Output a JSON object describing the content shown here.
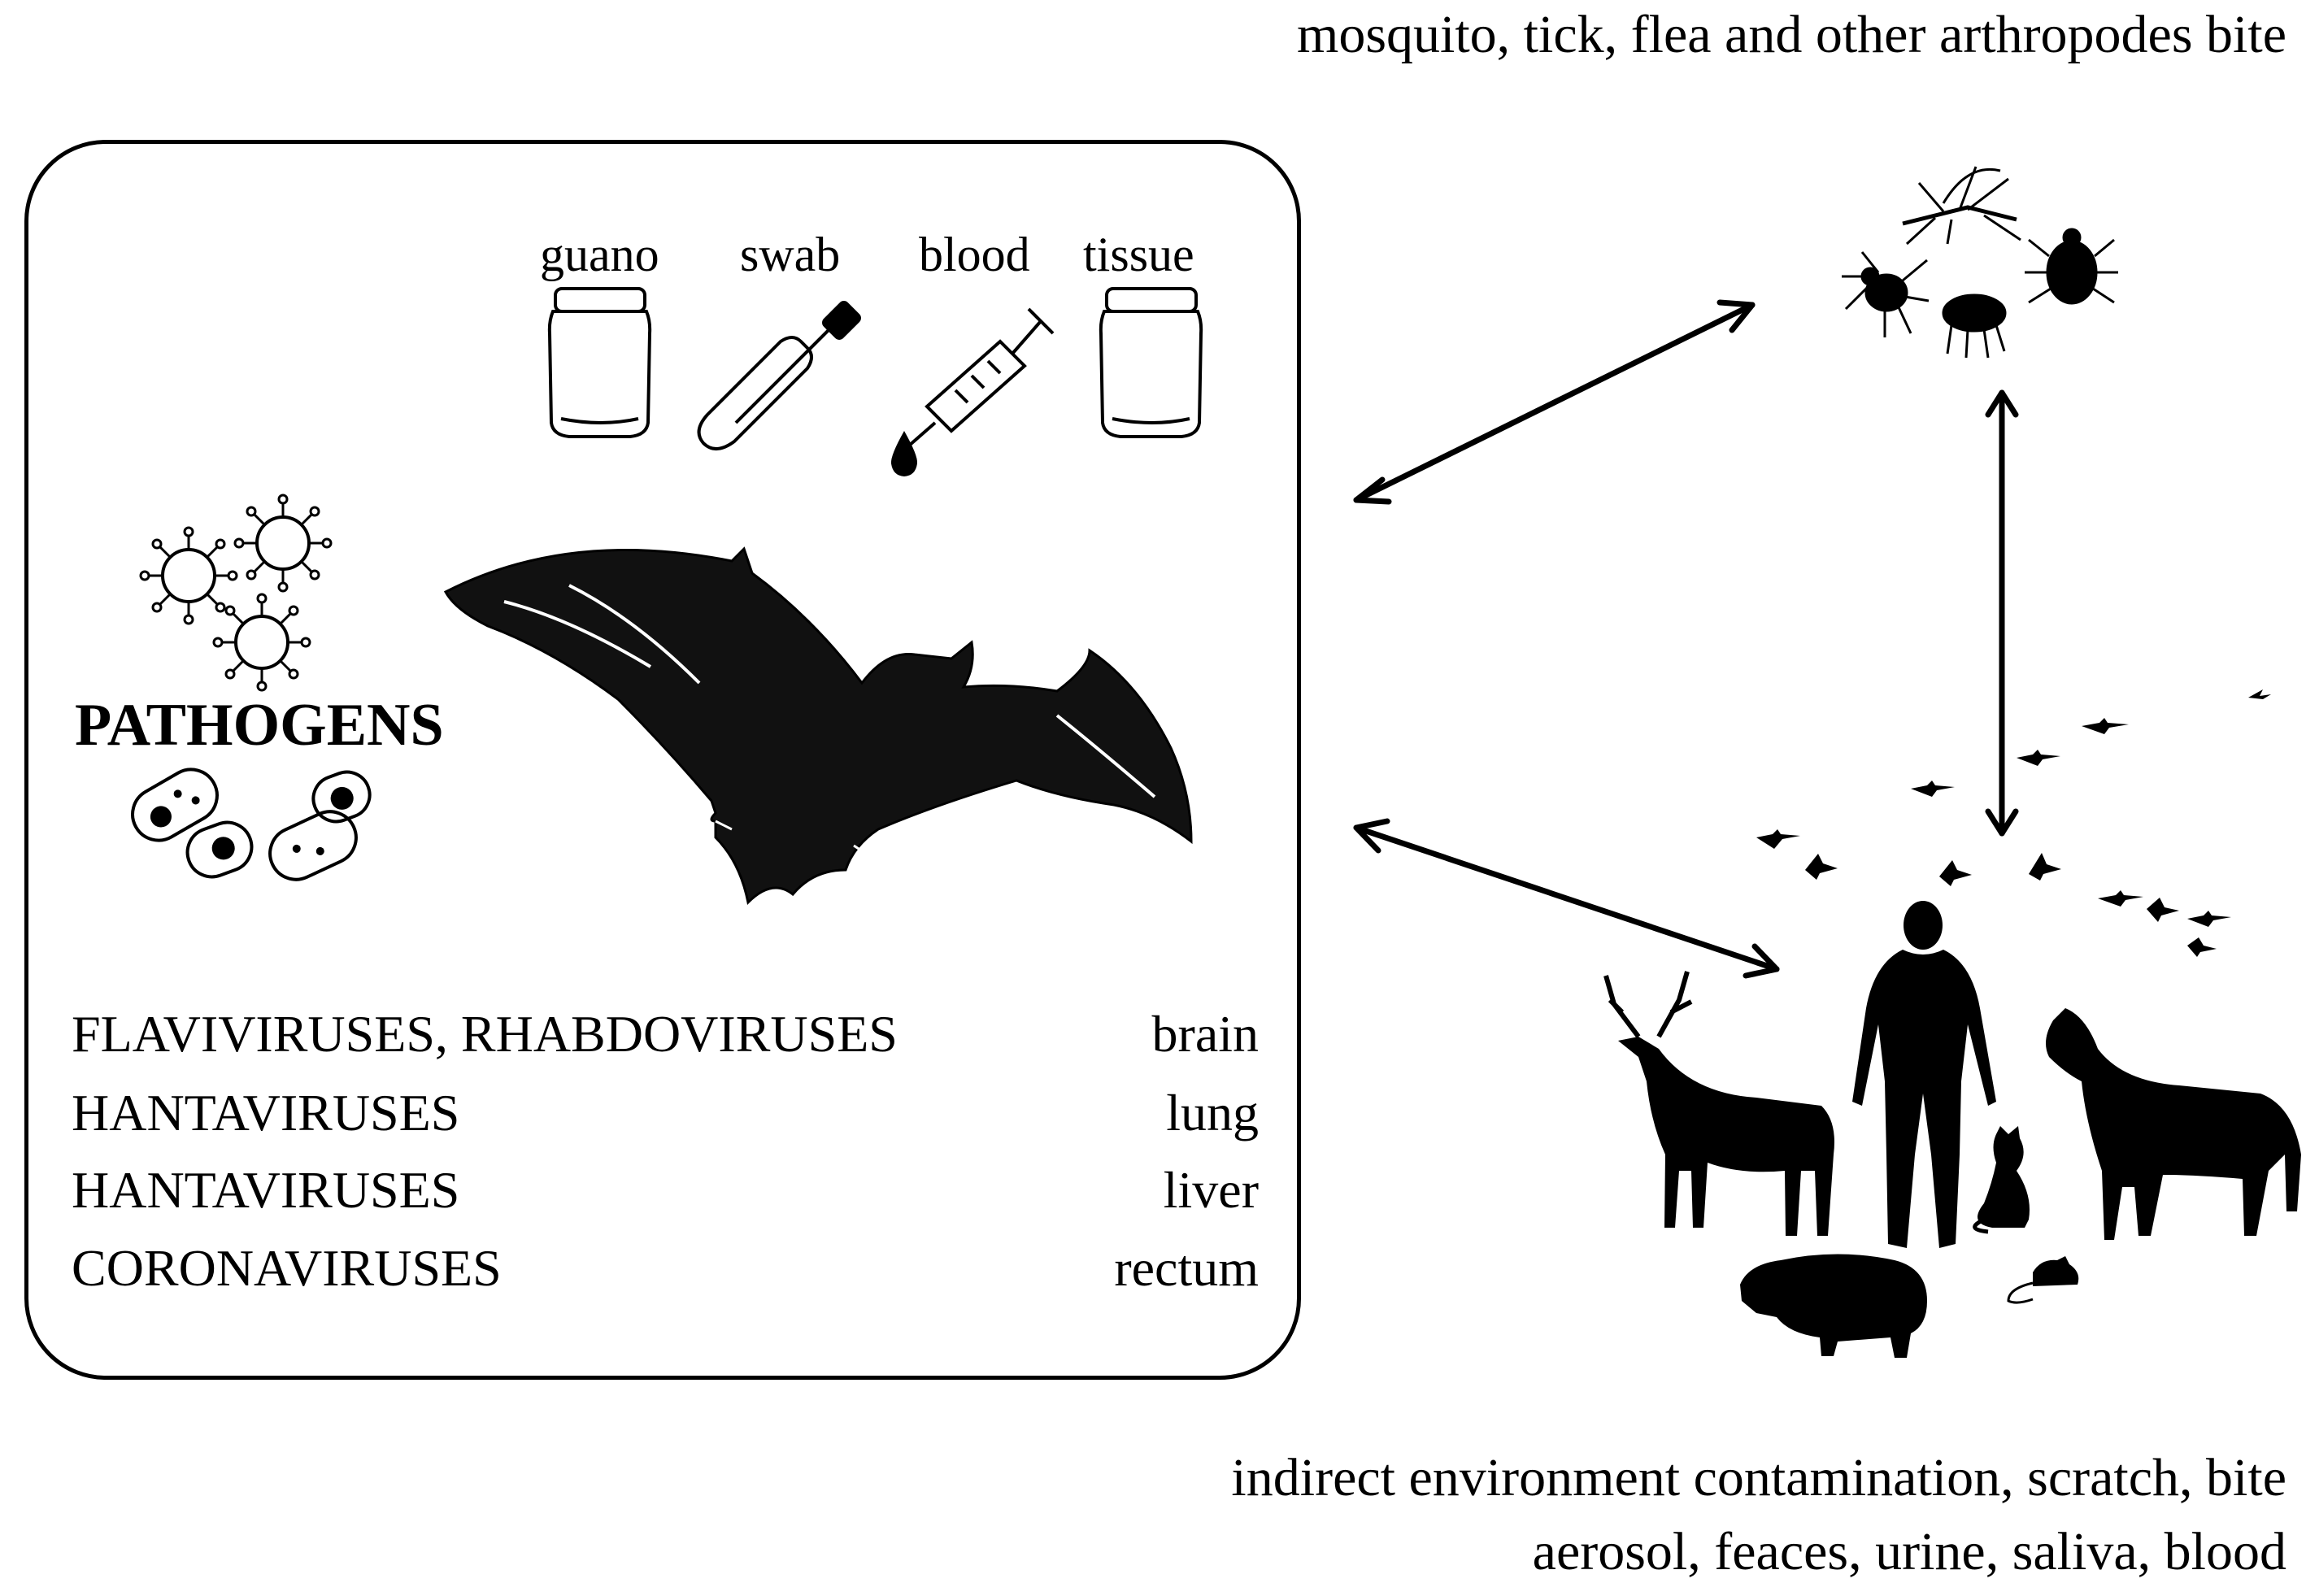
{
  "captions": {
    "top": "mosquito, tick, flea and other arthropodes bite",
    "bottom_line1": "indirect environment contamination, scratch, bite",
    "bottom_line2": "aerosol, feaces, urine, saliva, blood"
  },
  "samples": [
    "guano",
    "swab",
    "blood",
    "tissue"
  ],
  "pathogens_label": "PATHOGENS",
  "pathogen_table": [
    {
      "pathogen": "FLAVIVIRUSES, RHABDOVIRUSES",
      "organ": "brain"
    },
    {
      "pathogen": "HANTAVIRUSES",
      "organ": "lung"
    },
    {
      "pathogen": "HANTAVIRUSES",
      "organ": "liver"
    },
    {
      "pathogen": "CORONAVIRUSES",
      "organ": "rectum"
    }
  ]
}
